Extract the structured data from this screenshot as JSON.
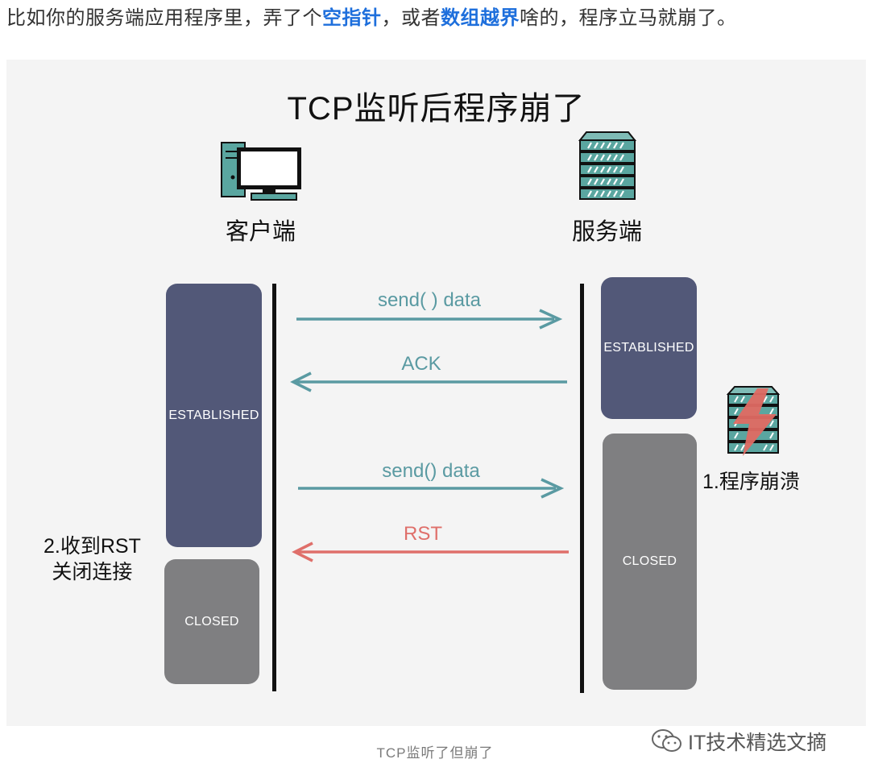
{
  "intro": {
    "before": "比如你的服务端应用程序里，弄了个",
    "kw1": "空指针",
    "middle": "，或者",
    "kw2": "数组越界",
    "after": "啥的，程序立马就崩了。"
  },
  "diagram": {
    "title": "TCP监听后程序崩了",
    "client_label": "客户端",
    "server_label": "服务端",
    "client_states": [
      "ESTABLISHED",
      "CLOSED"
    ],
    "server_states": [
      "ESTABLISHED",
      "CLOSED"
    ],
    "messages": [
      {
        "label": "send( ) data",
        "direction": "to-server",
        "color": "#5a9aa2"
      },
      {
        "label": "ACK",
        "direction": "to-client",
        "color": "#5a9aa2"
      },
      {
        "label": "send() data",
        "direction": "to-server",
        "color": "#5a9aa2"
      },
      {
        "label": "RST",
        "direction": "to-client",
        "color": "#df6f6a"
      }
    ],
    "crash_note": "1.程序崩溃",
    "rst_note": [
      "2.收到RST",
      "关闭连接"
    ]
  },
  "caption": "TCP监听了但崩了",
  "watermark": "IT技术精选文摘",
  "colors": {
    "state_established": "#525878",
    "state_closed": "#7f7f81",
    "arrow_normal": "#5a9aa2",
    "arrow_rst": "#df6f6a",
    "keyword": "#1e6fdc"
  }
}
